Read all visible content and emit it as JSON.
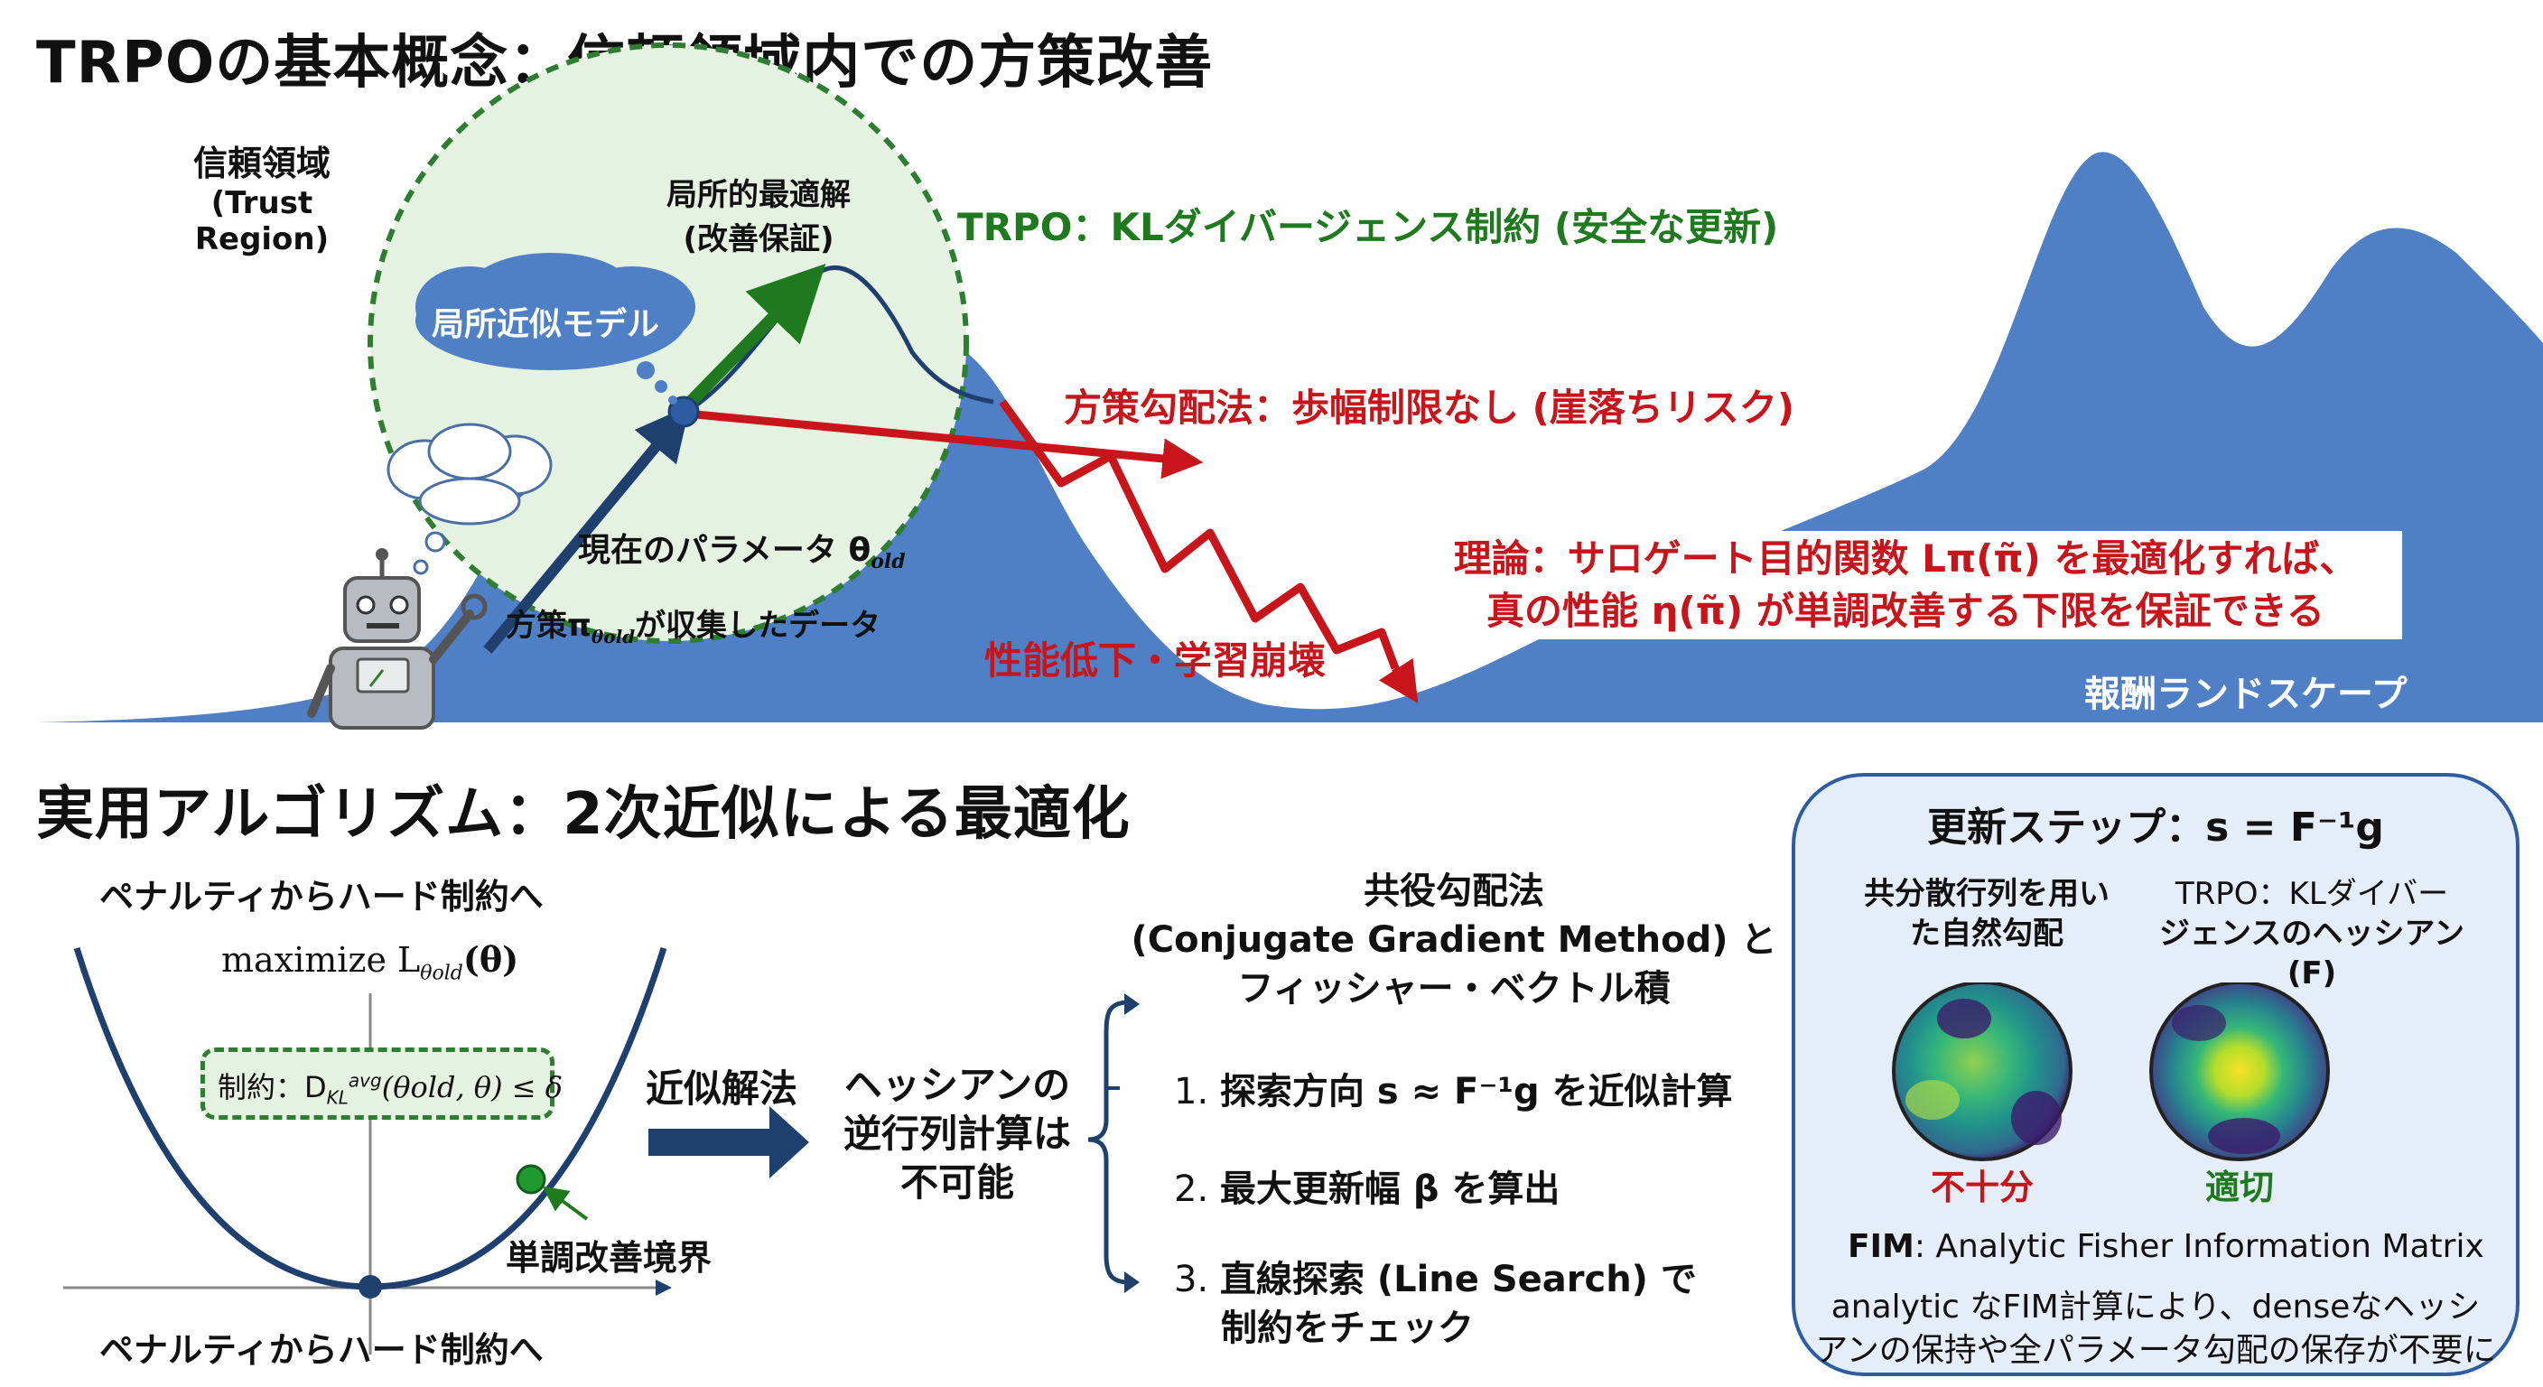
{
  "top": {
    "title": "TRPOの基本概念：信頼領域内での方策改善",
    "trust_region_label_1": "信頼領域",
    "trust_region_label_2": "(Trust Region)",
    "local_model": "局所近似モデル",
    "local_opt_1": "局所的最適解",
    "local_opt_2": "(改善保証)",
    "trpo_kl": "TRPO：KLダイバージェンス制約 (安全な更新)",
    "pg_no_limit": "方策勾配法：歩幅制限なし (崖落ちリスク)",
    "current_param": "現在のパラメータ θ",
    "current_param_sub": "old",
    "policy_data_pre": "方策π",
    "policy_data_sub": "θold",
    "policy_data_post": "が収集したデータ",
    "collapse": "性能低下・学習崩壊",
    "theory_1": "理論：サロゲート目的関数 Lπ(π̃) を最適化すれば、",
    "theory_2": "真の性能 η(π̃) が単調改善する下限を保証できる",
    "landscape": "報酬ランドスケープ"
  },
  "bottom": {
    "title": "実用アルゴリズム：2次近似による最適化",
    "penalty_top": "ペナルティからハード制約へ",
    "penalty_bottom": "ペナルティからハード制約へ",
    "maximize": "maximize L",
    "maximize_sub": "θold",
    "maximize_arg": "(θ)",
    "constraint": "制約：D",
    "constraint_sup": "avg",
    "constraint_sub": "KL",
    "constraint_rest": "(θold, θ) ≤ δ",
    "boundary": "単調改善境界",
    "approx_method": "近似解法",
    "hessian_1": "ヘッシアンの",
    "hessian_2": "逆行列計算は",
    "hessian_3": "不可能",
    "cg_1": "共役勾配法",
    "cg_2": "(Conjugate Gradient Method) と",
    "cg_3": "フィッシャー・ベクトル積",
    "step1_num": "1.",
    "step1": "探索方向 s ≈ F⁻¹g を近似計算",
    "step2_num": "2.",
    "step2": "最大更新幅 β を算出",
    "step3_num": "3.",
    "step3a": "直線探索 (Line Search) で",
    "step3b": "制約をチェック"
  },
  "panel": {
    "title": "更新ステップ：s = F⁻¹g",
    "left_1": "共分散行列を用い",
    "left_2": "た自然勾配",
    "right_1": "TRPO：KLダイバー",
    "right_2": "ジェンスのヘッシアン (F)",
    "insufficient": "不十分",
    "appropriate": "適切",
    "fim_bold": "FIM",
    "fim_rest": ": Analytic Fisher Information Matrix",
    "note_1": "analytic なFIM計算により、denseなヘッシ",
    "note_2": "アンの保持や全パラメータ勾配の保存が不要に"
  },
  "colors": {
    "landscape": "#4f7fc4",
    "green": "#1f7a1f",
    "red": "#c8141b",
    "navy": "#1f3f6e"
  },
  "icons": [
    "robot-icon",
    "thought-cloud-icon",
    "speech-cloud-icon"
  ]
}
